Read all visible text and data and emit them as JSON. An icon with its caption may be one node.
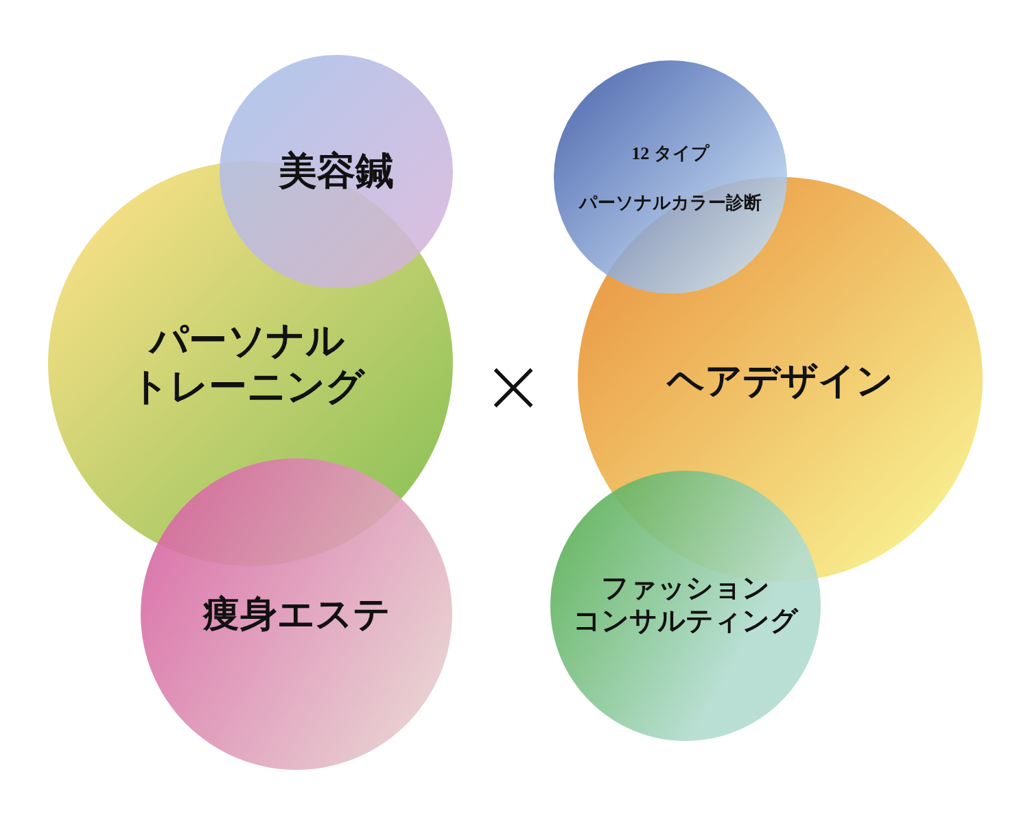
{
  "diagram": {
    "nodes": [
      {
        "text": [
          "美容鍼"
        ]
      },
      {
        "text": [
          "パーソナルトレーニング"
        ]
      },
      {
        "text": [
          "痩身エステ"
        ]
      },
      {
        "text": [
          "12 タイプ",
          "パーソナルカラー診断"
        ]
      },
      {
        "text": [
          "ヘアデザイン"
        ]
      },
      {
        "text": [
          "ファッションコンサルティング"
        ]
      }
    ],
    "labels": [
      "×"
    ]
  }
}
